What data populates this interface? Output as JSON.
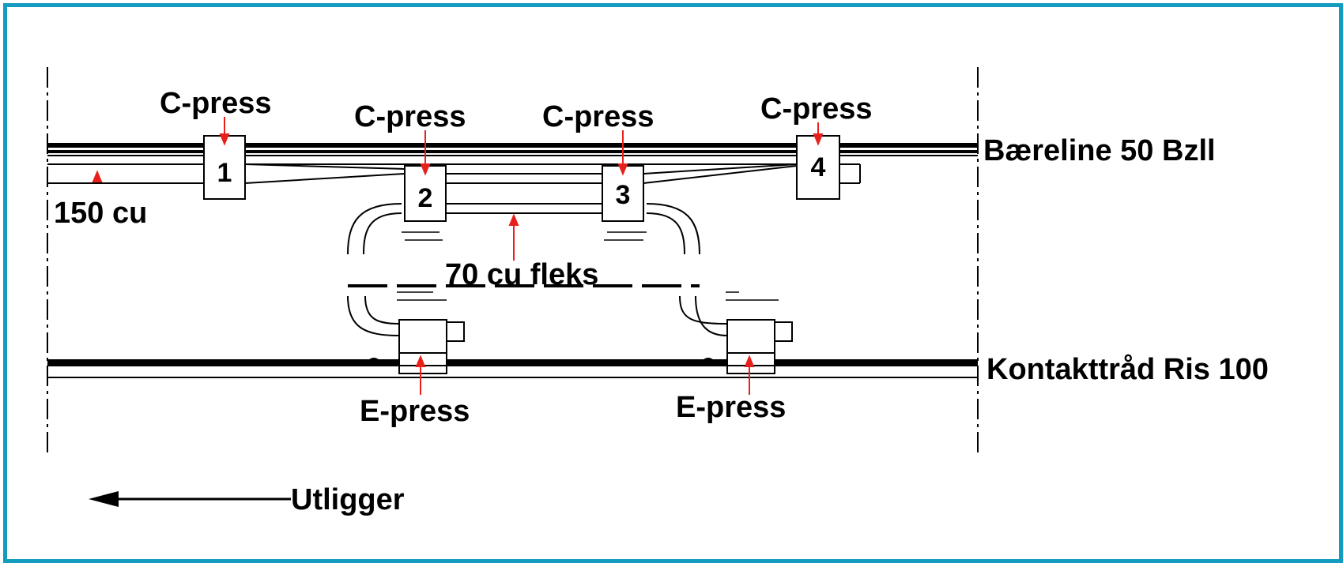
{
  "colors": {
    "border": "#149cc0",
    "arrow": "#e8201c",
    "line": "#000000"
  },
  "labels": {
    "c_press_1": "C-press",
    "c_press_2": "C-press",
    "c_press_3": "C-press",
    "c_press_4": "C-press",
    "baereline": "Bæreline 50 Bzll",
    "cu150": "150 cu",
    "cu70": "70 cu fleks",
    "kontakttrad": "Kontakttråd Ris 100",
    "e_press_1": "E-press",
    "e_press_2": "E-press",
    "utligger": "Utligger"
  },
  "clamps": {
    "n1": "1",
    "n2": "2",
    "n3": "3",
    "n4": "4"
  }
}
